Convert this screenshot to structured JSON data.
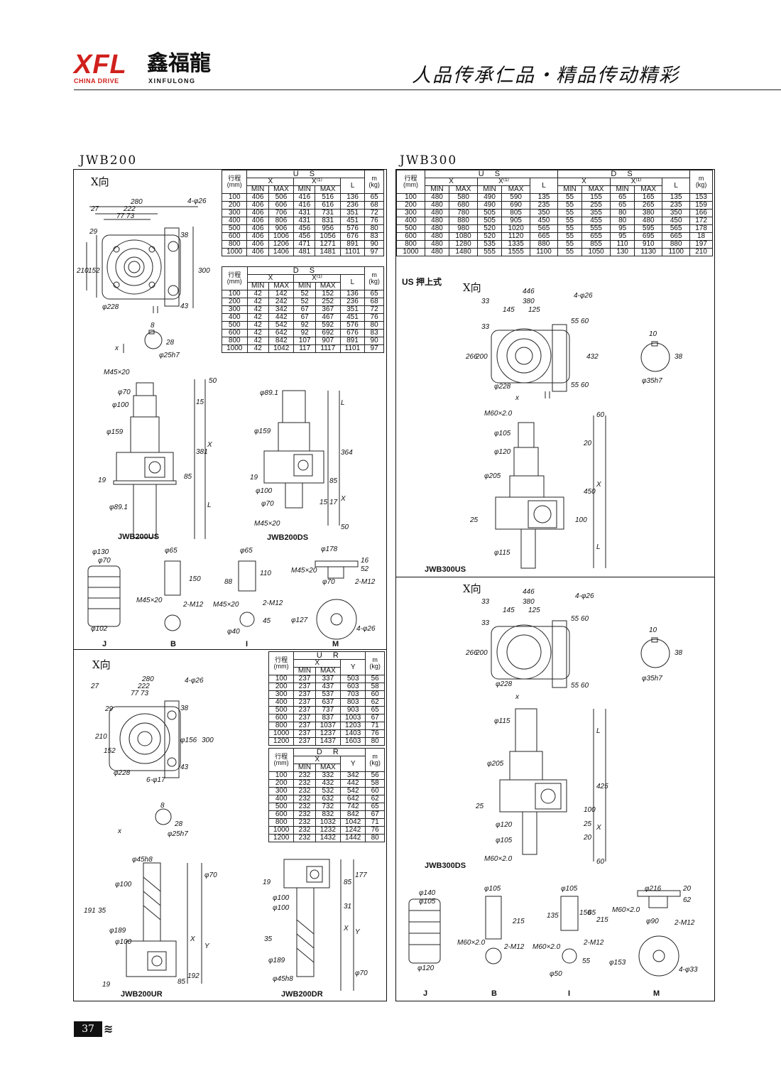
{
  "header": {
    "logo_letters": "XFL",
    "logo_cn": "鑫福龍",
    "logo_sub1": "CHINA DRIVE",
    "logo_sub2": "XINFULONG",
    "slogan": "人品传承仁品・精品传动精彩"
  },
  "left": {
    "title": "JWB200",
    "x_view": "X向",
    "x_view2": "X向",
    "tables": {
      "us": {
        "group": "U S",
        "stroke": "行程",
        "mm": "(mm)",
        "x": "X",
        "x1": "X⁽¹⁾",
        "min": "MIN",
        "max": "MAX",
        "l": "L",
        "m": "m",
        "kg": "(kg)",
        "rows": [
          [
            "100",
            "406",
            "506",
            "416",
            "516",
            "136",
            "65"
          ],
          [
            "200",
            "406",
            "606",
            "416",
            "616",
            "236",
            "68"
          ],
          [
            "300",
            "406",
            "706",
            "431",
            "731",
            "351",
            "72"
          ],
          [
            "400",
            "406",
            "806",
            "431",
            "831",
            "451",
            "76"
          ],
          [
            "500",
            "406",
            "906",
            "456",
            "956",
            "576",
            "80"
          ],
          [
            "600",
            "406",
            "1006",
            "456",
            "1056",
            "676",
            "83"
          ],
          [
            "800",
            "406",
            "1206",
            "471",
            "1271",
            "891",
            "90"
          ],
          [
            "1000",
            "406",
            "1406",
            "481",
            "1481",
            "1101",
            "97"
          ]
        ]
      },
      "ds": {
        "group": "D S",
        "rows": [
          [
            "100",
            "42",
            "142",
            "52",
            "152",
            "136",
            "65"
          ],
          [
            "200",
            "42",
            "242",
            "52",
            "252",
            "236",
            "68"
          ],
          [
            "300",
            "42",
            "342",
            "67",
            "367",
            "351",
            "72"
          ],
          [
            "400",
            "42",
            "442",
            "67",
            "467",
            "451",
            "76"
          ],
          [
            "500",
            "42",
            "542",
            "92",
            "592",
            "576",
            "80"
          ],
          [
            "600",
            "42",
            "642",
            "92",
            "692",
            "676",
            "83"
          ],
          [
            "800",
            "42",
            "842",
            "107",
            "907",
            "891",
            "90"
          ],
          [
            "1000",
            "42",
            "1042",
            "117",
            "1117",
            "1101",
            "97"
          ]
        ]
      },
      "ur": {
        "group": "U R",
        "y": "Y",
        "rows": [
          [
            "100",
            "237",
            "337",
            "503",
            "56"
          ],
          [
            "200",
            "237",
            "437",
            "603",
            "58"
          ],
          [
            "300",
            "237",
            "537",
            "703",
            "60"
          ],
          [
            "400",
            "237",
            "637",
            "803",
            "62"
          ],
          [
            "500",
            "237",
            "737",
            "903",
            "65"
          ],
          [
            "600",
            "237",
            "837",
            "1003",
            "67"
          ],
          [
            "800",
            "237",
            "1037",
            "1203",
            "71"
          ],
          [
            "1000",
            "237",
            "1237",
            "1403",
            "76"
          ],
          [
            "1200",
            "237",
            "1437",
            "1603",
            "80"
          ]
        ]
      },
      "dr": {
        "group": "D R",
        "rows": [
          [
            "100",
            "232",
            "332",
            "342",
            "56"
          ],
          [
            "200",
            "232",
            "432",
            "442",
            "58"
          ],
          [
            "300",
            "232",
            "532",
            "542",
            "60"
          ],
          [
            "400",
            "232",
            "632",
            "642",
            "62"
          ],
          [
            "500",
            "232",
            "732",
            "742",
            "65"
          ],
          [
            "600",
            "232",
            "832",
            "842",
            "67"
          ],
          [
            "800",
            "232",
            "1032",
            "1042",
            "71"
          ],
          [
            "1000",
            "232",
            "1232",
            "1242",
            "76"
          ],
          [
            "1200",
            "232",
            "1432",
            "1442",
            "80"
          ]
        ]
      }
    },
    "dims": {
      "d280": "280",
      "d222": "222",
      "d27": "27",
      "d7773": "77  73",
      "d4_26": "4-φ26",
      "d29": "29",
      "d210": "210",
      "d152": "152",
      "d300": "300",
      "d38": "38",
      "d43": "43",
      "d228": "φ228",
      "d8": "8",
      "d28": "28",
      "d25h7": "φ25h7",
      "x_arrow": "x",
      "m45": "M45×20",
      "d50": "50",
      "d70": "φ70",
      "d100": "φ100",
      "d15": "15",
      "d159": "φ159",
      "d381": "381",
      "dX": "X",
      "d19": "19",
      "d85": "85",
      "dL": "L",
      "d891": "φ89.1",
      "d364": "364",
      "d17": "17",
      "d156": "φ156",
      "d6_17": "6-φ17",
      "d45h8": "φ45h8",
      "d191": "191",
      "d35": "35",
      "d189": "φ189",
      "dY": "Y",
      "d192": "192",
      "d177": "177",
      "d31": "31",
      "d130": "φ130",
      "d102": "φ102",
      "d65": "φ65",
      "d150": "150",
      "d2m12": "2-M12",
      "d88": "88",
      "d110": "110",
      "d40": "40",
      "d40b": "φ40",
      "d45": "45",
      "d178": "φ178",
      "d16": "16",
      "d52": "52",
      "d127": "φ127"
    },
    "captions": {
      "us": "JWB200US",
      "ds": "JWB200DS",
      "ur": "JWB200UR",
      "dr": "JWB200DR",
      "J": "J",
      "B": "B",
      "I": "I",
      "M": "M"
    }
  },
  "right": {
    "title": "JWB300",
    "push_label": "US 押上式",
    "x_view": "X向",
    "x_view2": "X向",
    "tables": {
      "main": {
        "us_group": "U S",
        "ds_group": "D S",
        "rows": [
          [
            "100",
            "480",
            "580",
            "490",
            "590",
            "135",
            "55",
            "155",
            "65",
            "165",
            "135",
            "153"
          ],
          [
            "200",
            "480",
            "680",
            "490",
            "690",
            "235",
            "55",
            "255",
            "65",
            "265",
            "235",
            "159"
          ],
          [
            "300",
            "480",
            "780",
            "505",
            "805",
            "350",
            "55",
            "355",
            "80",
            "380",
            "350",
            "166"
          ],
          [
            "400",
            "480",
            "880",
            "505",
            "905",
            "450",
            "55",
            "455",
            "80",
            "480",
            "450",
            "172"
          ],
          [
            "500",
            "480",
            "980",
            "520",
            "1020",
            "565",
            "55",
            "555",
            "95",
            "595",
            "565",
            "178"
          ],
          [
            "600",
            "480",
            "1080",
            "520",
            "1120",
            "665",
            "55",
            "655",
            "95",
            "695",
            "665",
            "18"
          ],
          [
            "800",
            "480",
            "1280",
            "535",
            "1335",
            "880",
            "55",
            "855",
            "110",
            "910",
            "880",
            "197"
          ],
          [
            "1000",
            "480",
            "1480",
            "555",
            "1555",
            "1100",
            "55",
            "1050",
            "130",
            "1130",
            "1100",
            "210"
          ]
        ]
      }
    },
    "dims": {
      "d446": "446",
      "d380": "380",
      "d33": "33",
      "d145": "145",
      "d125": "125",
      "d4_26": "4-φ26",
      "d55": "55",
      "d60": "60",
      "d266": "266",
      "d200": "200",
      "d432": "432",
      "d228": "φ228",
      "d10": "10",
      "d38": "38",
      "d35h7": "φ35h7",
      "m60": "M60×2.0",
      "d105": "φ105",
      "d20": "20",
      "d120": "φ120",
      "d205": "φ205",
      "d450": "450",
      "dX": "X",
      "d25": "25",
      "d100": "100",
      "dL": "L",
      "d115": "φ115",
      "d425": "425",
      "x_arrow": "x",
      "d140": "φ140",
      "d105b": "φ105",
      "d215": "215",
      "d2m12": "2-M12",
      "d135": "135",
      "d150": "150",
      "d65": "65",
      "d50": "φ50",
      "d216": "φ216",
      "d90": "φ90",
      "d153": "φ153",
      "d4_33": "4-φ33",
      "d62": "62"
    },
    "captions": {
      "us": "JWB300US",
      "ds": "JWB300DS",
      "J": "J",
      "B": "B",
      "I": "I",
      "M": "M"
    }
  },
  "footer": {
    "page_number": "37"
  }
}
